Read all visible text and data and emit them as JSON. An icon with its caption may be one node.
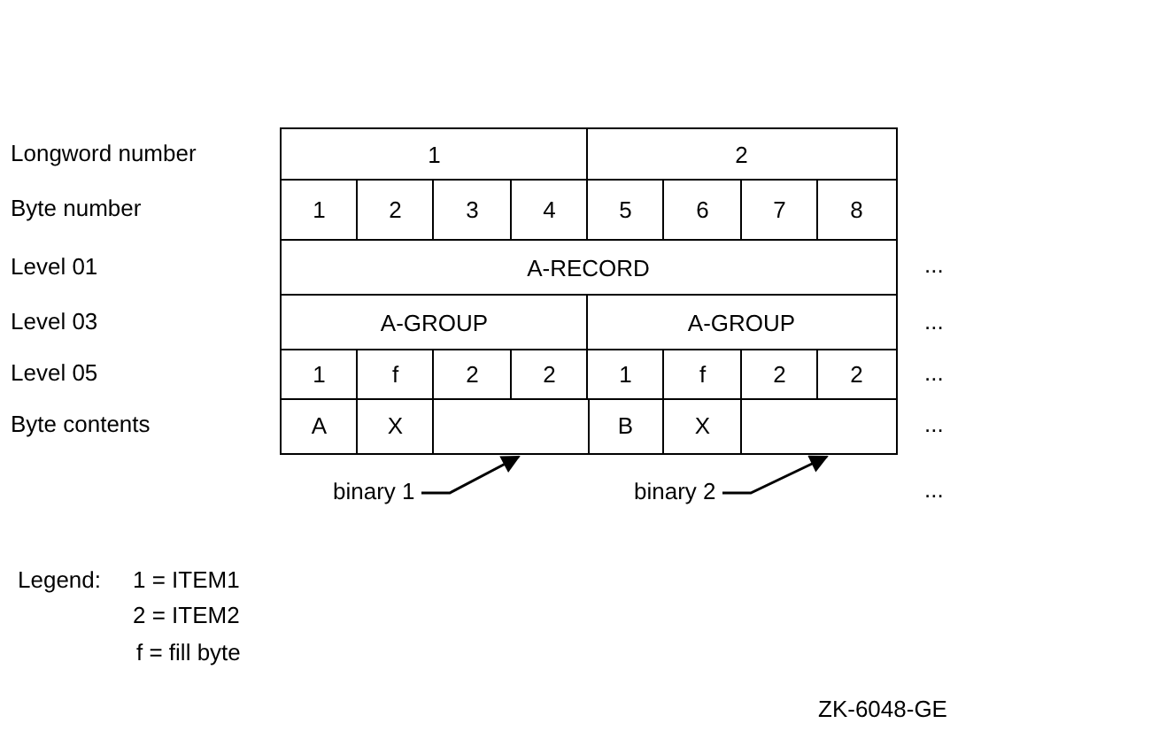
{
  "diagram": {
    "nodes": [
      {
        "text": [
          "binary 1"
        ]
      },
      {
        "text": [],
        "shape": "box"
      },
      {
        "text": [
          "binary 2"
        ]
      },
      {
        "text": [],
        "shape": "box"
      }
    ],
    "edges": [
      {
        "from": 0,
        "to": 1,
        "arrow": "to"
      },
      {
        "from": 2,
        "to": 3,
        "arrow": "to"
      }
    ],
    "labels": [
      "Longword number",
      "1",
      "2",
      "Byte number",
      "1",
      "2",
      "3",
      "4",
      "5",
      "6",
      "7",
      "8",
      "Level 01",
      "A-RECORD",
      "...",
      "Level 03",
      "A-GROUP",
      "A-GROUP",
      "...",
      "Level 05",
      "1",
      "f",
      "2",
      "2",
      "1",
      "f",
      "2",
      "2",
      "...",
      "Byte contents",
      "A",
      "X",
      "B",
      "X",
      "...",
      "...",
      "Legend:",
      "ZK-6048-GE"
    ],
    "legend": [
      {
        "text": "1 = ITEM1"
      },
      {
        "text": "2 = ITEM2"
      },
      {
        "text": "f = fill byte"
      }
    ]
  }
}
